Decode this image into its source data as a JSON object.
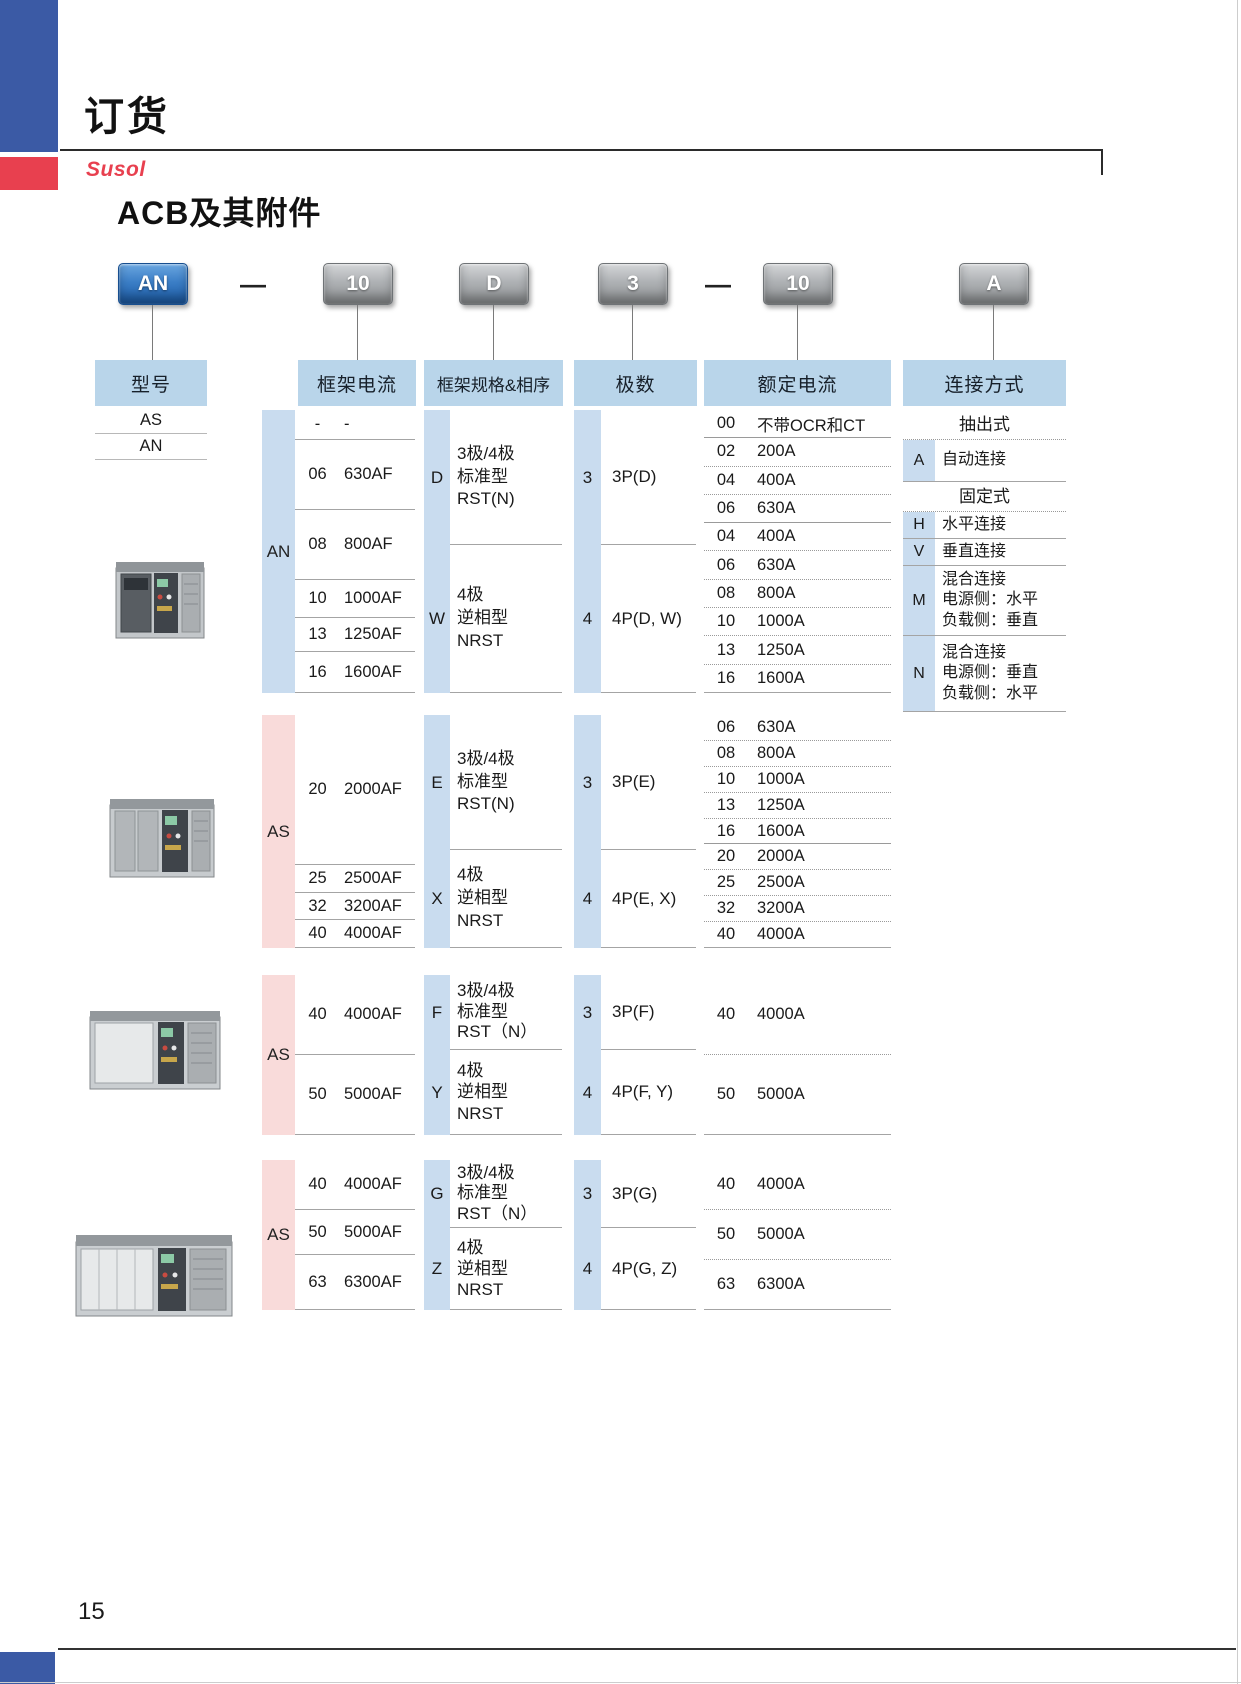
{
  "page": {
    "title": "订货",
    "brand": "Susol",
    "heading": "ACB及其附件",
    "page_number": "15"
  },
  "code": {
    "dash": "—",
    "segments": [
      {
        "label": "AN",
        "style": "blue"
      },
      {
        "label": "10",
        "style": "gray"
      },
      {
        "label": "D",
        "style": "gray"
      },
      {
        "label": "3",
        "style": "gray"
      },
      {
        "label": "10",
        "style": "gray"
      },
      {
        "label": "A",
        "style": "gray"
      }
    ]
  },
  "headers": {
    "model": "型号",
    "frame_current": "框架电流",
    "frame_spec": "框架规格&相序",
    "poles": "极数",
    "rated_current": "额定电流",
    "connection": "连接方式"
  },
  "model_items": [
    {
      "v": "AS"
    },
    {
      "v": "AN"
    }
  ],
  "groups": [
    {
      "series": "AN",
      "frame_rows": [
        {
          "c": "-",
          "v": "-"
        },
        {
          "c": "06",
          "v": "630AF"
        },
        {
          "c": "08",
          "v": "800AF"
        },
        {
          "c": "10",
          "v": "1000AF"
        },
        {
          "c": "13",
          "v": "1250AF"
        },
        {
          "c": "16",
          "v": "1600AF"
        }
      ],
      "spec_blocks": [
        {
          "letter": "D",
          "desc": "3极/4极\n标准型\nRST(N)"
        },
        {
          "letter": "W",
          "desc": "4极\n逆相型\nNRST"
        }
      ],
      "pole_blocks": [
        {
          "num": "3",
          "label": "3P(D)"
        },
        {
          "num": "4",
          "label": "4P(D, W)"
        }
      ],
      "rated_rows": [
        {
          "c": "00",
          "v": "不带OCR和CT"
        },
        {
          "c": "02",
          "v": "200A"
        },
        {
          "c": "04",
          "v": "400A"
        },
        {
          "c": "06",
          "v": "630A"
        },
        {
          "c": "04",
          "v": "400A"
        },
        {
          "c": "06",
          "v": "630A"
        },
        {
          "c": "08",
          "v": "800A"
        },
        {
          "c": "10",
          "v": "1000A"
        },
        {
          "c": "13",
          "v": "1250A"
        },
        {
          "c": "16",
          "v": "1600A"
        }
      ]
    },
    {
      "series": "AS",
      "frame_rows": [
        {
          "c": "20",
          "v": "2000AF"
        },
        {
          "c": "25",
          "v": "2500AF"
        },
        {
          "c": "32",
          "v": "3200AF"
        },
        {
          "c": "40",
          "v": "4000AF"
        }
      ],
      "spec_blocks": [
        {
          "letter": "E",
          "desc": "3极/4极\n标准型\nRST(N)"
        },
        {
          "letter": "X",
          "desc": "4极\n逆相型\nNRST"
        }
      ],
      "pole_blocks": [
        {
          "num": "3",
          "label": "3P(E)"
        },
        {
          "num": "4",
          "label": "4P(E, X)"
        }
      ],
      "rated_rows": [
        {
          "c": "06",
          "v": "630A"
        },
        {
          "c": "08",
          "v": "800A"
        },
        {
          "c": "10",
          "v": "1000A"
        },
        {
          "c": "13",
          "v": "1250A"
        },
        {
          "c": "16",
          "v": "1600A"
        },
        {
          "c": "20",
          "v": "2000A"
        },
        {
          "c": "25",
          "v": "2500A"
        },
        {
          "c": "32",
          "v": "3200A"
        },
        {
          "c": "40",
          "v": "4000A"
        }
      ]
    },
    {
      "series": "AS",
      "frame_rows": [
        {
          "c": "40",
          "v": "4000AF"
        },
        {
          "c": "50",
          "v": "5000AF"
        }
      ],
      "spec_blocks": [
        {
          "letter": "F",
          "desc": "3极/4极\n标准型\nRST（N）"
        },
        {
          "letter": "Y",
          "desc": "4极\n逆相型\nNRST"
        }
      ],
      "pole_blocks": [
        {
          "num": "3",
          "label": "3P(F)"
        },
        {
          "num": "4",
          "label": "4P(F, Y)"
        }
      ],
      "rated_rows": [
        {
          "c": "40",
          "v": "4000A"
        },
        {
          "c": "50",
          "v": "5000A"
        }
      ]
    },
    {
      "series": "AS",
      "frame_rows": [
        {
          "c": "40",
          "v": "4000AF"
        },
        {
          "c": "50",
          "v": "5000AF"
        },
        {
          "c": "63",
          "v": "6300AF"
        }
      ],
      "spec_blocks": [
        {
          "letter": "G",
          "desc": "3极/4极\n标准型\nRST（N）"
        },
        {
          "letter": "Z",
          "desc": "4极\n逆相型\nNRST"
        }
      ],
      "pole_blocks": [
        {
          "num": "3",
          "label": "3P(G)"
        },
        {
          "num": "4",
          "label": "4P(G, Z)"
        }
      ],
      "rated_rows": [
        {
          "c": "40",
          "v": "4000A"
        },
        {
          "c": "50",
          "v": "5000A"
        },
        {
          "c": "63",
          "v": "6300A"
        }
      ]
    }
  ],
  "connection_rows": [
    {
      "type": "head",
      "v": "抽出式"
    },
    {
      "c": "A",
      "v": "自动连接"
    },
    {
      "type": "head",
      "v": "固定式"
    },
    {
      "c": "H",
      "v": "水平连接"
    },
    {
      "c": "V",
      "v": "垂直连接"
    },
    {
      "c": "M",
      "v": "混合连接\n电源侧：水平\n负载侧：垂直"
    },
    {
      "c": "N",
      "v": "混合连接\n电源侧：垂直\n负载侧：水平"
    }
  ],
  "colors": {
    "corner_blue": "#3B5AA5",
    "accent_red": "#E8404F",
    "header_blue": "#B9D5EA",
    "strip_blue": "#C9DCEF",
    "strip_pink": "#F9DBDA"
  }
}
